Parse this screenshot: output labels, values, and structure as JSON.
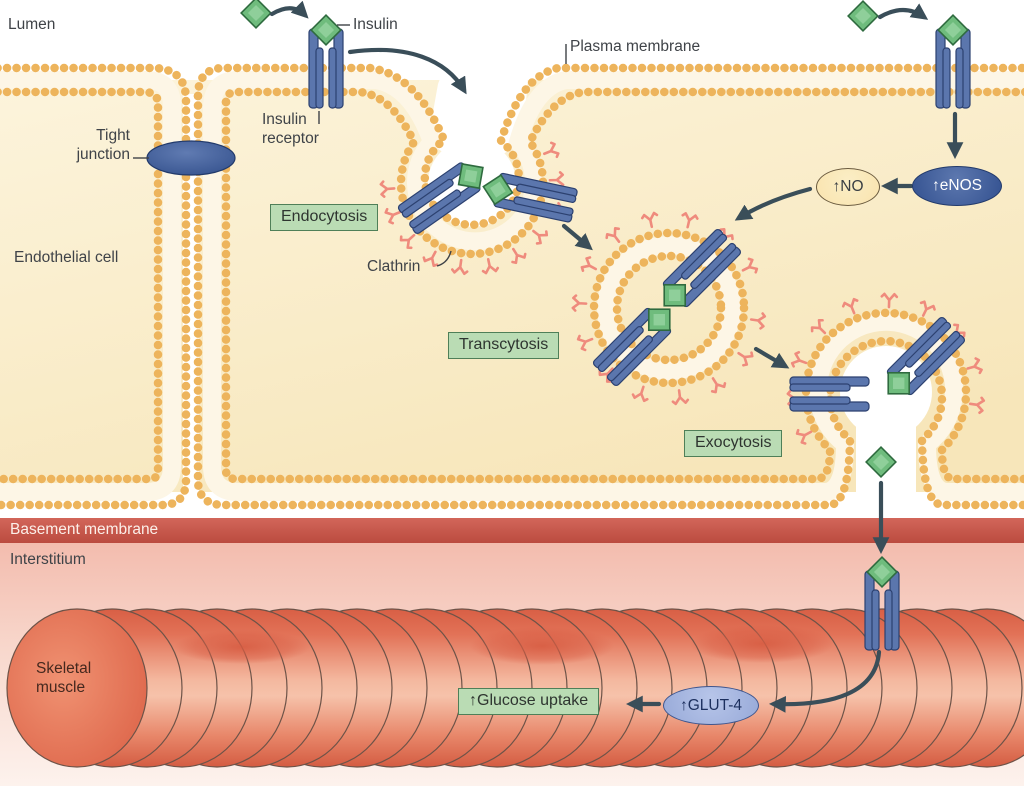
{
  "labels": {
    "lumen": "Lumen",
    "insulin": "Insulin",
    "plasma_membrane": "Plasma membrane",
    "tight_junction": "Tight junction",
    "insulin_receptor": "Insulin receptor",
    "endothelial_cell": "Endothelial cell",
    "endocytosis": "Endocytosis",
    "clathrin": "Clathrin",
    "transcytosis": "Transcytosis",
    "exocytosis": "Exocytosis",
    "no": "↑NO",
    "enos": "↑eNOS",
    "basement_membrane": "Basement membrane",
    "interstitium": "Interstitium",
    "skeletal_muscle": "Skeletal muscle",
    "glucose_uptake": "↑Glucose uptake",
    "glut4": "↑GLUT-4"
  },
  "colors": {
    "membrane_bead": "#edb45c",
    "membrane_body": "#fdf6e6",
    "cell_fill": "#f9edca",
    "receptor_blue": "#5b76ad",
    "receptor_outline": "#2c4170",
    "insulin_green": "#6fbc7d",
    "insulin_green_light": "#9ad5a4",
    "insulin_outline": "#2f6b3f",
    "clathrin_salmon": "#ef8b7d",
    "arrow_slate": "#3a4e59",
    "tight_junction_blue": "#3d5c9e",
    "basement_red": "#c65648",
    "interstitium_pink": "#f4c0b2",
    "muscle_red": "#dd6449",
    "muscle_outline": "#6d5348",
    "label_text": "#3f4348",
    "green_box_bg": "#badcb4",
    "green_box_border": "#4f7f58",
    "no_oval_bg": "#f9e3ad",
    "no_oval_border": "#6b5b3f",
    "enos_blue": "#32508f",
    "glut4_bg": "#97a9d8",
    "glut4_border": "#3f568e",
    "glut4_text": "#1c2f5e"
  }
}
